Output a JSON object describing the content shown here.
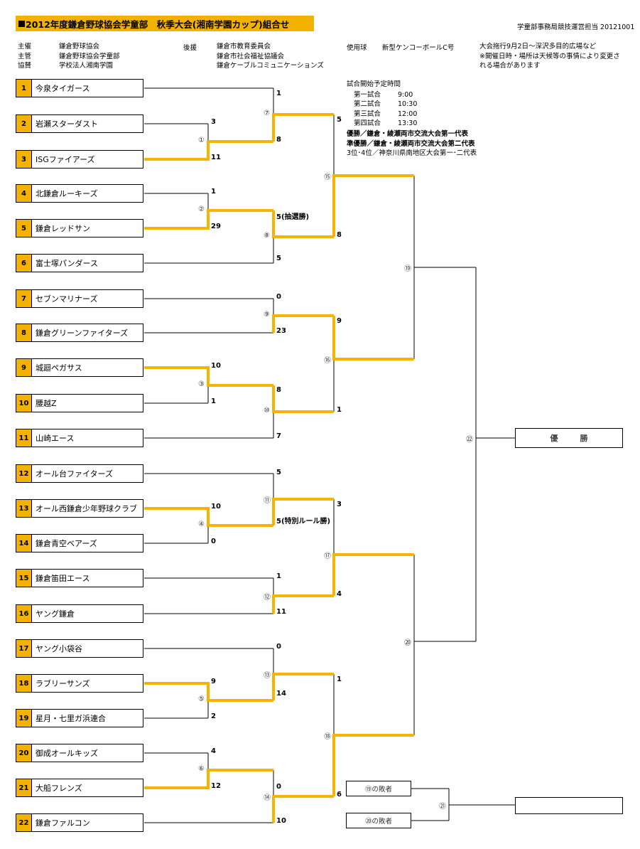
{
  "header": {
    "title": "2012年度鎌倉野球協会学童部　秋季大会(湘南学園カップ)組合せ",
    "bullet": "■",
    "doc_ref": "学童部事務局競技運営担当  20121001"
  },
  "credits": {
    "left": [
      {
        "label": "主催",
        "value": "鎌倉野球協会"
      },
      {
        "label": "主管",
        "value": "鎌倉野球協会学童部"
      },
      {
        "label": "協賛",
        "value": "学校法人湘南学園"
      }
    ],
    "support_label": "後援",
    "support": [
      "鎌倉市教育委員会",
      "鎌倉市社会福祉協議会",
      "鎌倉ケーブルコミュニケーションズ"
    ],
    "ball_label": "使用球",
    "ball_value": "新型ケンコーボールC号",
    "notes": [
      "大会拖行9月2日～深沢多目的広場など",
      "※開催日時・場所は天候等の事情により変更さ",
      "れる場合があります"
    ]
  },
  "schedule": {
    "heading": "試合開始予定時間",
    "rows": [
      {
        "name": "第一試合",
        "time": "9:00"
      },
      {
        "name": "第二試合",
        "time": "10:30"
      },
      {
        "name": "第三試合",
        "time": "12:00"
      },
      {
        "name": "第四試合",
        "time": "13:30"
      }
    ]
  },
  "prizes": [
    "優勝／鎌倉・綾瀬両市交流大会第一代表",
    "準優勝／鎌倉・綾瀬両市交流大会第二代表",
    "3位･4位／神奈川県南地区大会第一･二代表"
  ],
  "teams": [
    {
      "seed": "1",
      "name": "今泉タイガース"
    },
    {
      "seed": "2",
      "name": "岩瀬スターダスト"
    },
    {
      "seed": "3",
      "name": "ISGファイアーズ"
    },
    {
      "seed": "4",
      "name": "北鎌倉ルーキーズ"
    },
    {
      "seed": "5",
      "name": "鎌倉レッドサン"
    },
    {
      "seed": "6",
      "name": "富士塚パンダース"
    },
    {
      "seed": "7",
      "name": "セブンマリナーズ"
    },
    {
      "seed": "8",
      "name": "鎌倉グリーンファイターズ"
    },
    {
      "seed": "9",
      "name": "城廻ペガサス"
    },
    {
      "seed": "10",
      "name": "腰越Z"
    },
    {
      "seed": "11",
      "name": "山崎エース"
    },
    {
      "seed": "12",
      "name": "オール台ファイターズ"
    },
    {
      "seed": "13",
      "name": "オール西鎌倉少年野球クラブ"
    },
    {
      "seed": "14",
      "name": "鎌倉青空ベアーズ"
    },
    {
      "seed": "15",
      "name": "鎌倉笛田エース"
    },
    {
      "seed": "16",
      "name": "ヤング鎌倉"
    },
    {
      "seed": "17",
      "name": "ヤング小袋谷"
    },
    {
      "seed": "18",
      "name": "ラブリーサンズ"
    },
    {
      "seed": "19",
      "name": "星月・七里ガ浜連合"
    },
    {
      "seed": "20",
      "name": "御成オールキッズ"
    },
    {
      "seed": "21",
      "name": "大船フレンズ"
    },
    {
      "seed": "22",
      "name": "鎌倉ファルコン"
    }
  ],
  "match_labels": {
    "m1": "①",
    "m2": "②",
    "m3": "③",
    "m4": "④",
    "m5": "⑤",
    "m6": "⑥",
    "m7": "⑦",
    "m8": "⑧",
    "m9": "⑨",
    "m10": "⑩",
    "m11": "⑪",
    "m12": "⑫",
    "m13": "⑬",
    "m14": "⑭",
    "m15": "⑮",
    "m16": "⑯",
    "m17": "⑰",
    "m18": "⑱",
    "m19": "⑲",
    "m20": "⑳",
    "m21": "㉑",
    "m22": "㉒"
  },
  "scores": {
    "m1_top": "3",
    "m1_bot": "11",
    "m2_top": "1",
    "m2_bot": "29",
    "m3_top": "10",
    "m3_bot": "1",
    "m4_top": "10",
    "m4_bot": "0",
    "m5_top": "9",
    "m5_bot": "2",
    "m6_top": "4",
    "m6_bot": "12",
    "m7_top": "1",
    "m7_bot": "8",
    "m8_top": "5(抽選勝)",
    "m8_bot": "5",
    "m9_top": "0",
    "m9_bot": "23",
    "m10_top": "8",
    "m10_bot": "7",
    "m11_top": "5",
    "m11_bot": "5(特別ルール勝)",
    "m12_top": "1",
    "m12_bot": "11",
    "m13_top": "0",
    "m13_bot": "14",
    "m14_top": "0",
    "m14_bot": "10",
    "m15_top": "5",
    "m15_bot": "8",
    "m16_top": "9",
    "m16_bot": "1",
    "m17_top": "3",
    "m17_bot": "4",
    "m18_top": "1",
    "m18_bot": "6"
  },
  "result_boxes": {
    "champion": "優　勝",
    "loser19": "⑲の敗者",
    "loser20": "⑳の敗者",
    "thirdplace": ""
  },
  "colors": {
    "accent": "#F3B200",
    "win_line": "#F5B400",
    "line": "#000000",
    "bg": "#FFFFFF"
  }
}
